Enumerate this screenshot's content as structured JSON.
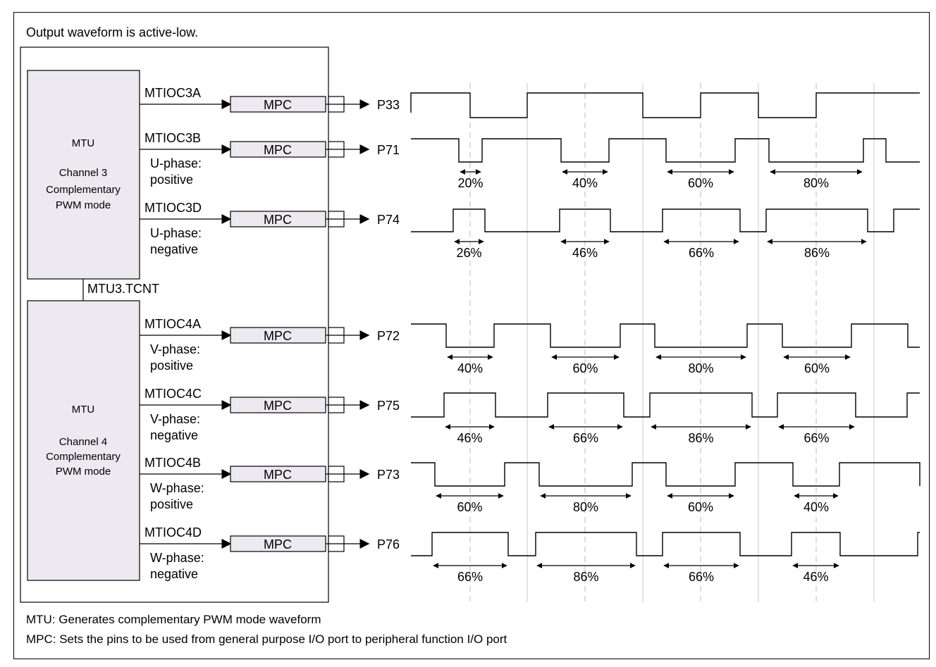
{
  "header_note": "Output waveform is active-low.",
  "legend": {
    "mtu": "MTU: Generates complementary PWM mode waveform",
    "mpc": "MPC: Sets the pins to be used from general purpose I/O port to peripheral function I/O port"
  },
  "blocks": {
    "ch3": [
      "MTU",
      "Channel 3",
      "Complementary",
      "PWM mode"
    ],
    "ch4": [
      "MTU",
      "Channel 4",
      "Complementary",
      "PWM mode"
    ],
    "link_label": "MTU3.TCNT"
  },
  "mpc_label": "MPC",
  "rows": [
    {
      "signal": "MTIOC3A",
      "phase": [],
      "pin": "P33",
      "edges": [
        [
          583,
          160
        ],
        [
          583,
          132
        ],
        [
          667,
          132
        ],
        [
          667,
          167
        ],
        [
          748,
          167
        ],
        [
          748,
          132
        ],
        [
          912,
          132
        ],
        [
          912,
          167
        ],
        [
          994,
          167
        ],
        [
          994,
          132
        ],
        [
          1076,
          132
        ],
        [
          1076,
          167
        ],
        [
          1158,
          167
        ],
        [
          1158,
          132
        ],
        [
          1305,
          132
        ]
      ],
      "duties": []
    },
    {
      "signal": "MTIOC3B",
      "phase": [
        "U-phase:",
        "positive"
      ],
      "pin": "P71",
      "edges": [
        [
          583,
          197
        ],
        [
          651,
          197
        ],
        [
          651,
          230
        ],
        [
          684,
          230
        ],
        [
          684,
          197
        ],
        [
          796,
          197
        ],
        [
          796,
          230
        ],
        [
          864,
          230
        ],
        [
          864,
          197
        ],
        [
          945,
          197
        ],
        [
          945,
          230
        ],
        [
          1043,
          230
        ],
        [
          1043,
          197
        ],
        [
          1091,
          197
        ],
        [
          1091,
          230
        ],
        [
          1225,
          230
        ],
        [
          1225,
          197
        ],
        [
          1257,
          197
        ],
        [
          1257,
          230
        ],
        [
          1305,
          230
        ]
      ],
      "duties": [
        {
          "label": "20%",
          "from": 651,
          "to": 684
        },
        {
          "label": "40%",
          "from": 796,
          "to": 864
        },
        {
          "label": "60%",
          "from": 945,
          "to": 1043
        },
        {
          "label": "80%",
          "from": 1091,
          "to": 1225
        }
      ]
    },
    {
      "signal": "MTIOC3D",
      "phase": [
        "U-phase:",
        "negative"
      ],
      "pin": "P74",
      "edges": [
        [
          583,
          329
        ],
        [
          643,
          329
        ],
        [
          643,
          297
        ],
        [
          688,
          297
        ],
        [
          688,
          329
        ],
        [
          794,
          329
        ],
        [
          794,
          297
        ],
        [
          866,
          297
        ],
        [
          866,
          329
        ],
        [
          940,
          329
        ],
        [
          940,
          297
        ],
        [
          1050,
          297
        ],
        [
          1050,
          329
        ],
        [
          1087,
          329
        ],
        [
          1087,
          297
        ],
        [
          1231,
          297
        ],
        [
          1231,
          329
        ],
        [
          1268,
          329
        ],
        [
          1268,
          297
        ],
        [
          1305,
          297
        ]
      ],
      "duties": [
        {
          "label": "26%",
          "from": 643,
          "to": 688
        },
        {
          "label": "46%",
          "from": 794,
          "to": 866
        },
        {
          "label": "66%",
          "from": 940,
          "to": 1050
        },
        {
          "label": "86%",
          "from": 1087,
          "to": 1231
        }
      ]
    },
    {
      "signal": "MTIOC4A",
      "phase": [
        "V-phase:",
        "positive"
      ],
      "pin": "P72",
      "edges": [
        [
          583,
          460
        ],
        [
          633,
          460
        ],
        [
          633,
          493
        ],
        [
          701,
          493
        ],
        [
          701,
          460
        ],
        [
          781,
          460
        ],
        [
          781,
          493
        ],
        [
          880,
          493
        ],
        [
          880,
          460
        ],
        [
          929,
          460
        ],
        [
          929,
          493
        ],
        [
          1060,
          493
        ],
        [
          1060,
          460
        ],
        [
          1110,
          460
        ],
        [
          1110,
          493
        ],
        [
          1208,
          493
        ],
        [
          1208,
          460
        ],
        [
          1288,
          460
        ],
        [
          1288,
          493
        ],
        [
          1305,
          493
        ]
      ],
      "duties": [
        {
          "label": "40%",
          "from": 633,
          "to": 701
        },
        {
          "label": "60%",
          "from": 781,
          "to": 880
        },
        {
          "label": "80%",
          "from": 929,
          "to": 1060
        },
        {
          "label": "60%",
          "from": 1110,
          "to": 1208
        }
      ]
    },
    {
      "signal": "MTIOC4C",
      "phase": [
        "V-phase:",
        "negative"
      ],
      "pin": "P75",
      "edges": [
        [
          583,
          592
        ],
        [
          630,
          592
        ],
        [
          630,
          558
        ],
        [
          703,
          558
        ],
        [
          703,
          592
        ],
        [
          777,
          592
        ],
        [
          777,
          558
        ],
        [
          885,
          558
        ],
        [
          885,
          592
        ],
        [
          922,
          592
        ],
        [
          922,
          558
        ],
        [
          1067,
          558
        ],
        [
          1067,
          592
        ],
        [
          1103,
          592
        ],
        [
          1103,
          558
        ],
        [
          1214,
          558
        ],
        [
          1214,
          592
        ],
        [
          1287,
          592
        ],
        [
          1287,
          558
        ],
        [
          1305,
          558
        ]
      ],
      "duties": [
        {
          "label": "46%",
          "from": 630,
          "to": 703
        },
        {
          "label": "66%",
          "from": 777,
          "to": 885
        },
        {
          "label": "86%",
          "from": 922,
          "to": 1067
        },
        {
          "label": "66%",
          "from": 1103,
          "to": 1214
        }
      ]
    },
    {
      "signal": "MTIOC4B",
      "phase": [
        "W-phase:",
        "positive"
      ],
      "pin": "P73",
      "edges": [
        [
          583,
          657
        ],
        [
          617,
          657
        ],
        [
          617,
          690
        ],
        [
          716,
          690
        ],
        [
          716,
          657
        ],
        [
          765,
          657
        ],
        [
          765,
          690
        ],
        [
          897,
          690
        ],
        [
          897,
          657
        ],
        [
          945,
          657
        ],
        [
          945,
          690
        ],
        [
          1043,
          690
        ],
        [
          1043,
          657
        ],
        [
          1125,
          657
        ],
        [
          1125,
          690
        ],
        [
          1191,
          690
        ],
        [
          1191,
          657
        ],
        [
          1305,
          657
        ],
        [
          1305,
          690
        ]
      ],
      "duties": [
        {
          "label": "60%",
          "from": 617,
          "to": 716
        },
        {
          "label": "80%",
          "from": 765,
          "to": 897
        },
        {
          "label": "60%",
          "from": 945,
          "to": 1043
        },
        {
          "label": "40%",
          "from": 1125,
          "to": 1191
        }
      ]
    },
    {
      "signal": "MTIOC4D",
      "phase": [
        "W-phase:",
        "negative"
      ],
      "pin": "P76",
      "edges": [
        [
          583,
          789
        ],
        [
          613,
          789
        ],
        [
          613,
          756
        ],
        [
          721,
          756
        ],
        [
          721,
          789
        ],
        [
          760,
          789
        ],
        [
          760,
          756
        ],
        [
          903,
          756
        ],
        [
          903,
          789
        ],
        [
          940,
          789
        ],
        [
          940,
          756
        ],
        [
          1050,
          756
        ],
        [
          1050,
          789
        ],
        [
          1123,
          789
        ],
        [
          1123,
          756
        ],
        [
          1192,
          756
        ],
        [
          1192,
          789
        ],
        [
          1302,
          789
        ],
        [
          1302,
          756
        ],
        [
          1305,
          756
        ]
      ],
      "duties": [
        {
          "label": "66%",
          "from": 613,
          "to": 721
        },
        {
          "label": "86%",
          "from": 760,
          "to": 903
        },
        {
          "label": "66%",
          "from": 940,
          "to": 1050
        },
        {
          "label": "46%",
          "from": 1123,
          "to": 1192
        }
      ]
    }
  ]
}
